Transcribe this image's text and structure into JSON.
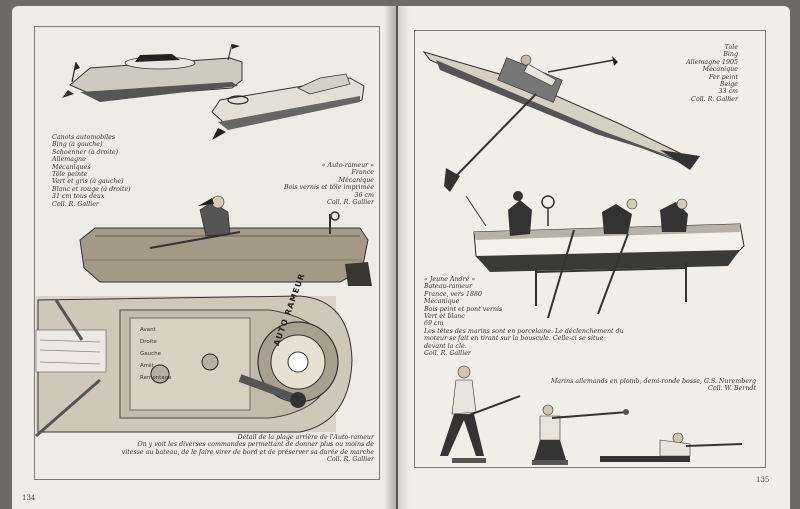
{
  "left_page": {
    "page_number": "134",
    "caption_racecars": [
      "Canots automobiles",
      "Bing (à gauche)",
      "Schoenner (à droite)",
      "Allemagne",
      "Mécaniques",
      "Tôle peinte",
      "Vert et gris (à gauche)",
      "Blanc et rouge (à droite)",
      "31 cm tous deux",
      "Coll. R. Gallier"
    ],
    "caption_rameur": [
      "« Auto-rameur »",
      "France",
      "Mécanique",
      "Bois vernis et tôle imprimée",
      "36 cm",
      "Coll. R. Gallier"
    ],
    "plate_text": {
      "brand": "AUTO RAMEUR",
      "commands": [
        "Avant",
        "Droite",
        "Gauche",
        "Arrêt",
        "Remontage"
      ]
    },
    "caption_detail": [
      "Détail de la plage arrière de l'Auto-rameur",
      "On y voit les diverses commandes permettant de donner plus ou moins de",
      "vitesse au bateau, de le faire virer de bord et de préserver sa durée de marche",
      "Coll. R. Gallier"
    ]
  },
  "right_page": {
    "page_number": "135",
    "caption_scull": [
      "Tole",
      "Bing",
      "Allemagne 1905",
      "Mécanique",
      "Fer peint",
      "Beige",
      "33 cm",
      "Coll. R. Gallier"
    ],
    "caption_jeune": [
      "« Jeune André »",
      "Bateau-rameur",
      "France, vers 1880",
      "Mécanique",
      "Bois peint et pont vernis",
      "Vert et blanc",
      "69 cm",
      "Les têtes des marins sont en porcelaine. Le déclenchement du",
      "moteur se fait en tirant sur la bouscule. Celle-ci se situe",
      "devant la clé.",
      "Coll. R. Gallier"
    ],
    "caption_marins": [
      "Marins allemands en plomb, demi-ronde bosse, G.S. Nuremberg",
      "Coll. W. Berndt"
    ]
  },
  "colors": {
    "page": "#eeebe4",
    "ink": "#222222",
    "background": "#6f6a63"
  }
}
